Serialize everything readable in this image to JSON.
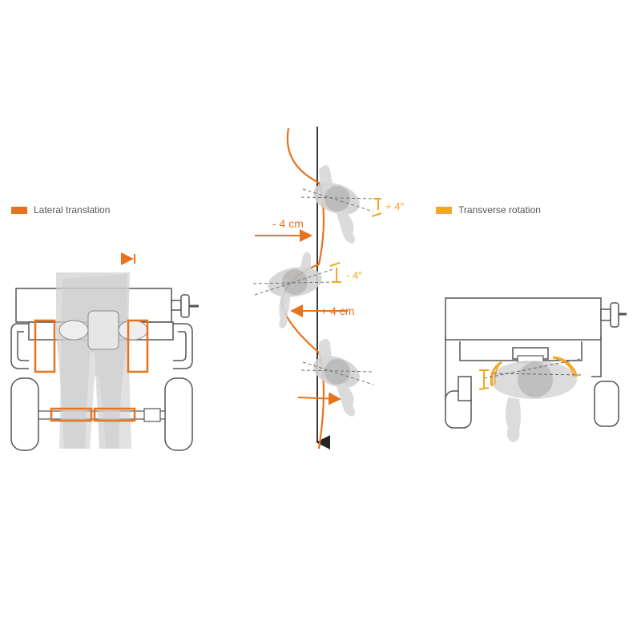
{
  "legend": {
    "lateral": {
      "label": "Lateral translation",
      "color": "#E8731F"
    },
    "transverse": {
      "label": "Transverse rotation",
      "color": "#F5A623"
    }
  },
  "annotations": {
    "translation_left": "- 4 cm",
    "translation_right": "+ 4 cm",
    "rotation_positive": "+ 4°",
    "rotation_negative": "- 4°"
  },
  "colors": {
    "body_gray": "#D5D5D5",
    "body_dark": "#B0B0B0",
    "frame": "#555555",
    "accent_orange": "#E8731F",
    "accent_yellow": "#F5A623"
  }
}
